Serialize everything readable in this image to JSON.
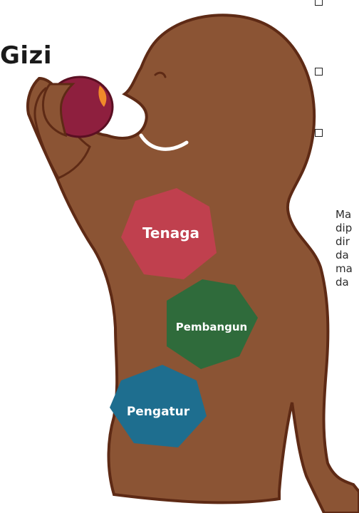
{
  "page": {
    "title_fragment": "Gizi",
    "checkboxes": [
      "",
      "",
      ""
    ],
    "text_fragments": [
      "Ma",
      "dip",
      "dir",
      "da",
      "ma",
      "da"
    ]
  },
  "hexagons": {
    "tenaga": {
      "label": "Tenaga",
      "color": "#c0404e"
    },
    "pembangun": {
      "label": "Pembangun",
      "color": "#2f6b3b"
    },
    "pengatur": {
      "label": "Pengatur",
      "color": "#1e6e8f"
    }
  },
  "colors": {
    "body_fill": "#8b5434",
    "body_outline": "#5e2a15",
    "apple": "#8e1f3e",
    "apple_bite": "#f08a2a"
  }
}
